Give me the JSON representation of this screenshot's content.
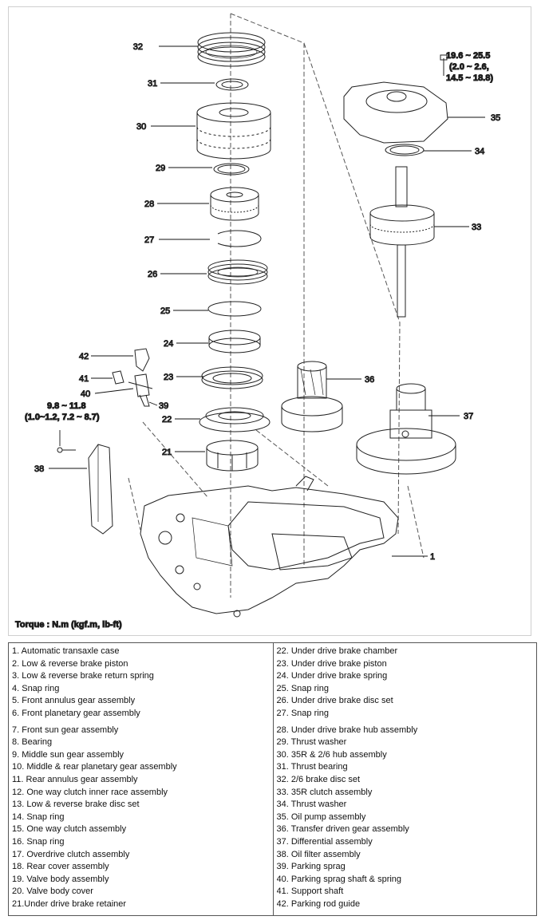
{
  "callouts": [
    "32",
    "31",
    "30",
    "29",
    "28",
    "27",
    "26",
    "25",
    "24",
    "23",
    "22",
    "21",
    "42",
    "41",
    "40",
    "39",
    "38",
    "36",
    "37",
    "35",
    "34",
    "33",
    "1"
  ],
  "torque_35": {
    "line1": "19.6 ~ 25.5",
    "line2": "(2.0 ~ 2.6,",
    "line3": "14.5 ~ 18.8)"
  },
  "torque_38": {
    "line1": "9.8 ~ 11.8",
    "line2": "(1.0~1.2, 7.2 ~ 8.7)"
  },
  "torque_unit": "Torque : N.m (kgf.m, lb-ft)",
  "legend": {
    "left": [
      "1. Automatic transaxle case",
      "2. Low & reverse brake piston",
      "3. Low & reverse brake return spring",
      "4. Snap ring",
      "5. Front annulus gear assembly",
      "6. Front planetary gear assembly",
      "7. Front sun gear assembly",
      "8. Bearing",
      "9. Middle sun gear assembly",
      "10. Middle & rear planetary gear assembly",
      "11. Rear annulus gear assembly",
      "12. One way clutch inner race assembly",
      "13. Low & reverse brake disc set",
      "14. Snap ring",
      "15. One way clutch assembly",
      "16. Snap ring",
      "17. Overdrive clutch assembly",
      "18. Rear cover assembly",
      "19. Valve body assembly",
      "20. Valve body cover",
      "21.Under drive brake retainer"
    ],
    "right": [
      "22. Under drive brake chamber",
      "23. Under drive brake piston",
      "24. Under drive brake spring",
      "25. Snap ring",
      "26. Under drive brake disc set",
      "27. Snap ring",
      "28. Under drive brake hub assembly",
      "29. Thrust washer",
      "30. 35R & 2/6 hub assembly",
      "31. Thrust bearing",
      "32. 2/6 brake disc set",
      "33. 35R clutch assembly",
      "34. Thrust washer",
      "35. Oil pump assembly",
      "36. Transfer driven gear assembly",
      "37. Differential assembly",
      "38. Oil filter assembly",
      "39. Parking sprag",
      "40. Parking sprag shaft & spring",
      "41. Support shaft",
      "42. Parking rod guide"
    ]
  }
}
